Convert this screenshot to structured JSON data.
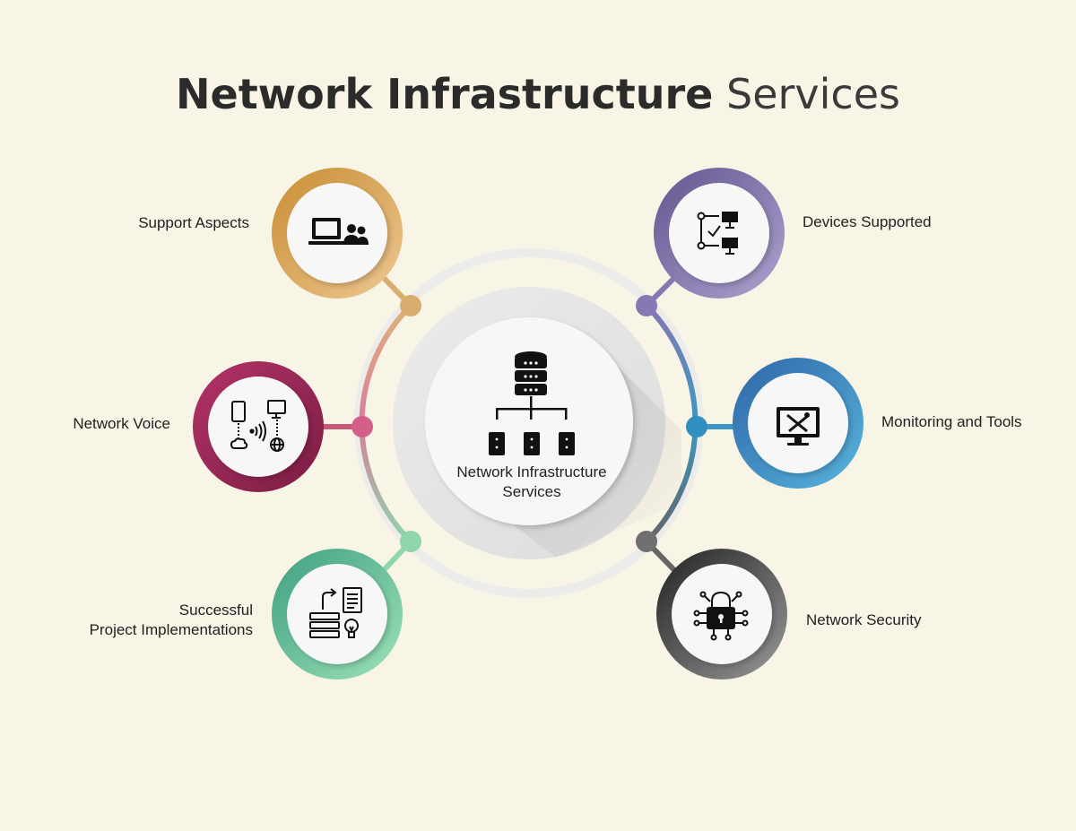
{
  "title": {
    "bold": "Network Infrastructure",
    "light": "Services"
  },
  "center": {
    "line1": "Network Infrastructure",
    "line2": "Services"
  },
  "nodes": [
    {
      "label": "Support Aspects",
      "color": "#d9a65a",
      "icon": "laptop-users-icon"
    },
    {
      "label": "Network Voice",
      "color": "#9e2a54",
      "icon": "voice-network-icon"
    },
    {
      "label_line1": "Successful",
      "label_line2": "Project Implementations",
      "color": "#6cc79a",
      "icon": "project-implementation-icon"
    },
    {
      "label": "Devices Supported",
      "color": "#7e70a8",
      "icon": "devices-supported-icon"
    },
    {
      "label": "Monitoring and Tools",
      "color": "#3d86bb",
      "icon": "monitor-tools-icon"
    },
    {
      "label": "Network Security",
      "color": "#3a3a3a",
      "icon": "network-security-icon"
    }
  ]
}
